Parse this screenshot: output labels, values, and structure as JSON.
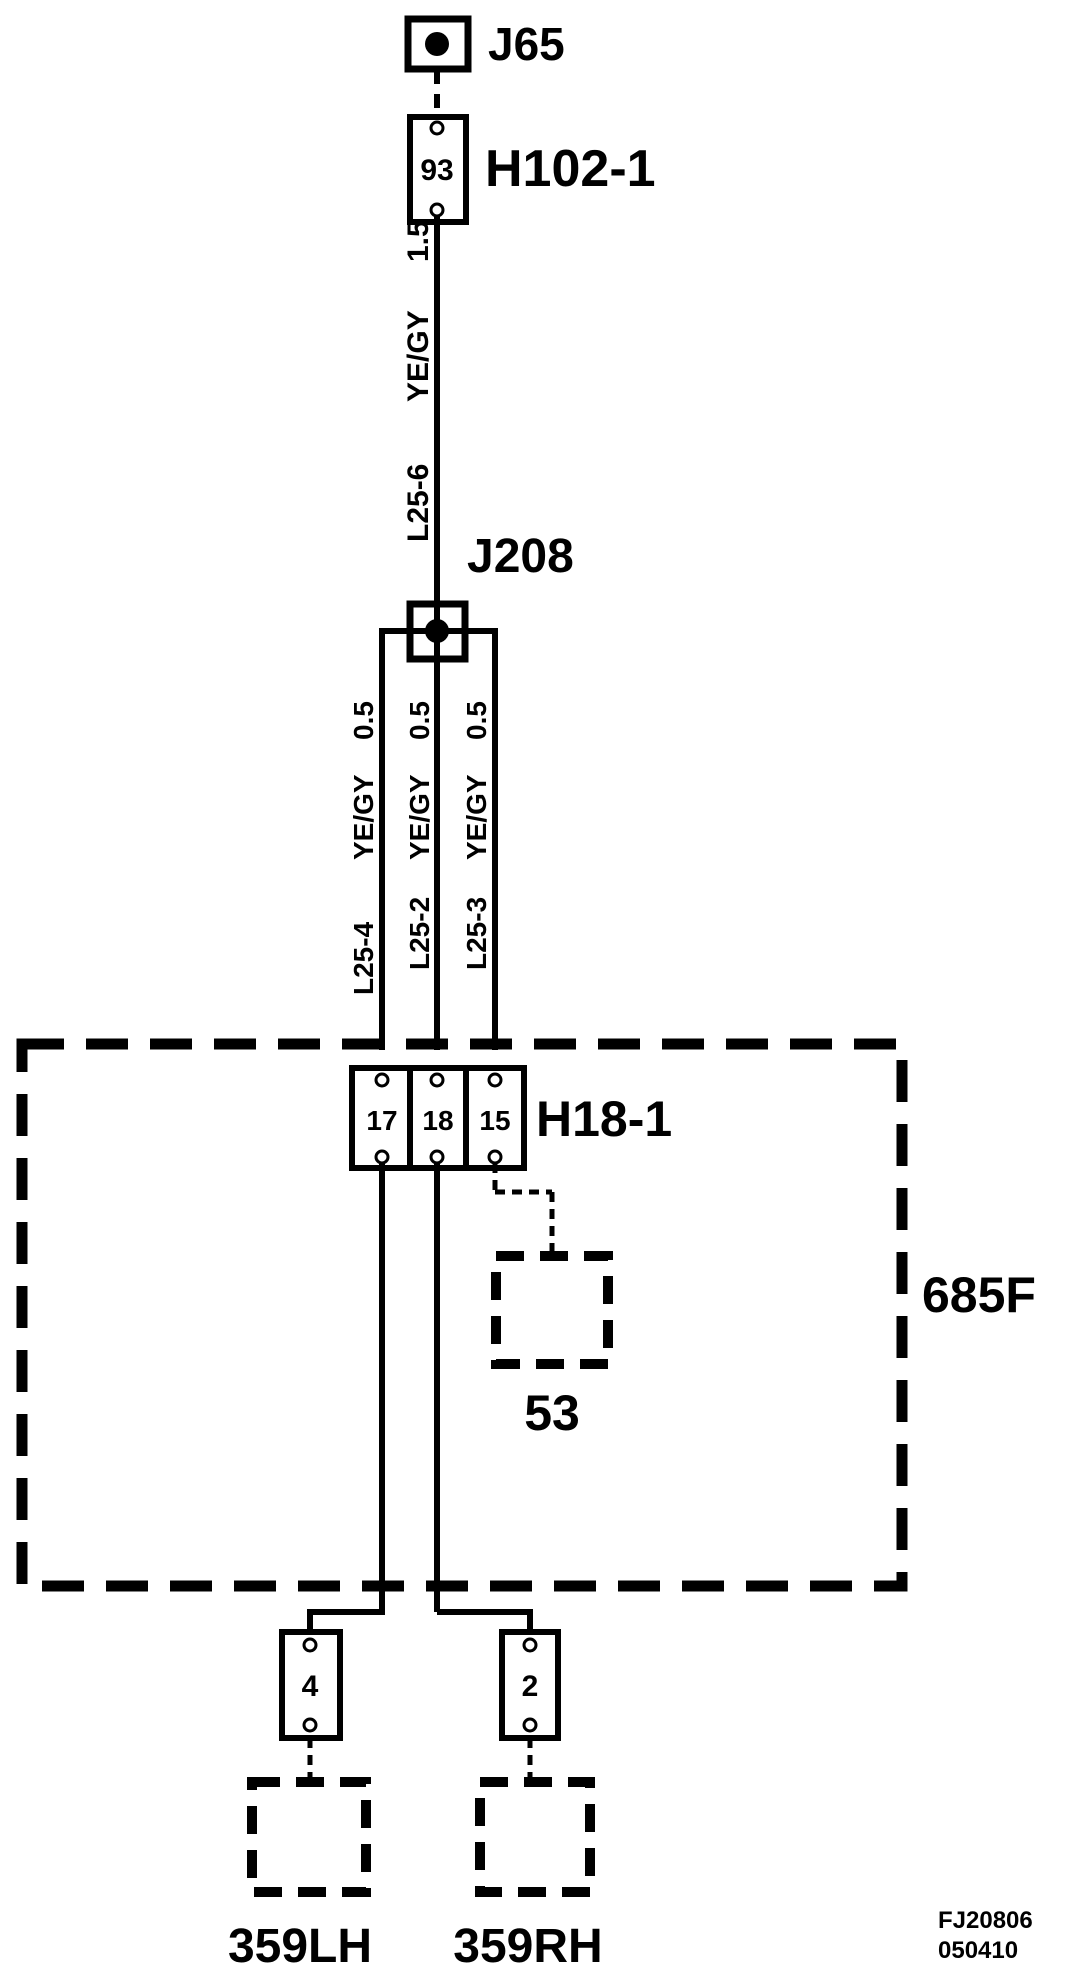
{
  "splices": {
    "top": "J65",
    "middle": "J208"
  },
  "connectors": {
    "h102": {
      "name": "H102-1",
      "pin": "93"
    },
    "h18": {
      "name": "H18-1",
      "pins": [
        "17",
        "18",
        "15"
      ]
    },
    "c359lh": {
      "pin": "4"
    },
    "c359rh": {
      "pin": "2"
    }
  },
  "wires": {
    "main": {
      "circuit": "L25-6",
      "color": "YE/GY",
      "size": "1.5"
    },
    "branches": [
      {
        "circuit": "L25-4",
        "color": "YE/GY",
        "size": "0.5"
      },
      {
        "circuit": "L25-2",
        "color": "YE/GY",
        "size": "0.5"
      },
      {
        "circuit": "L25-3",
        "color": "YE/GY",
        "size": "0.5"
      }
    ]
  },
  "components": {
    "module": "685F",
    "c53": "53",
    "lh": "359LH",
    "rh": "359RH"
  },
  "figure_id": {
    "line1": "FJ20806",
    "line2": "050410"
  }
}
